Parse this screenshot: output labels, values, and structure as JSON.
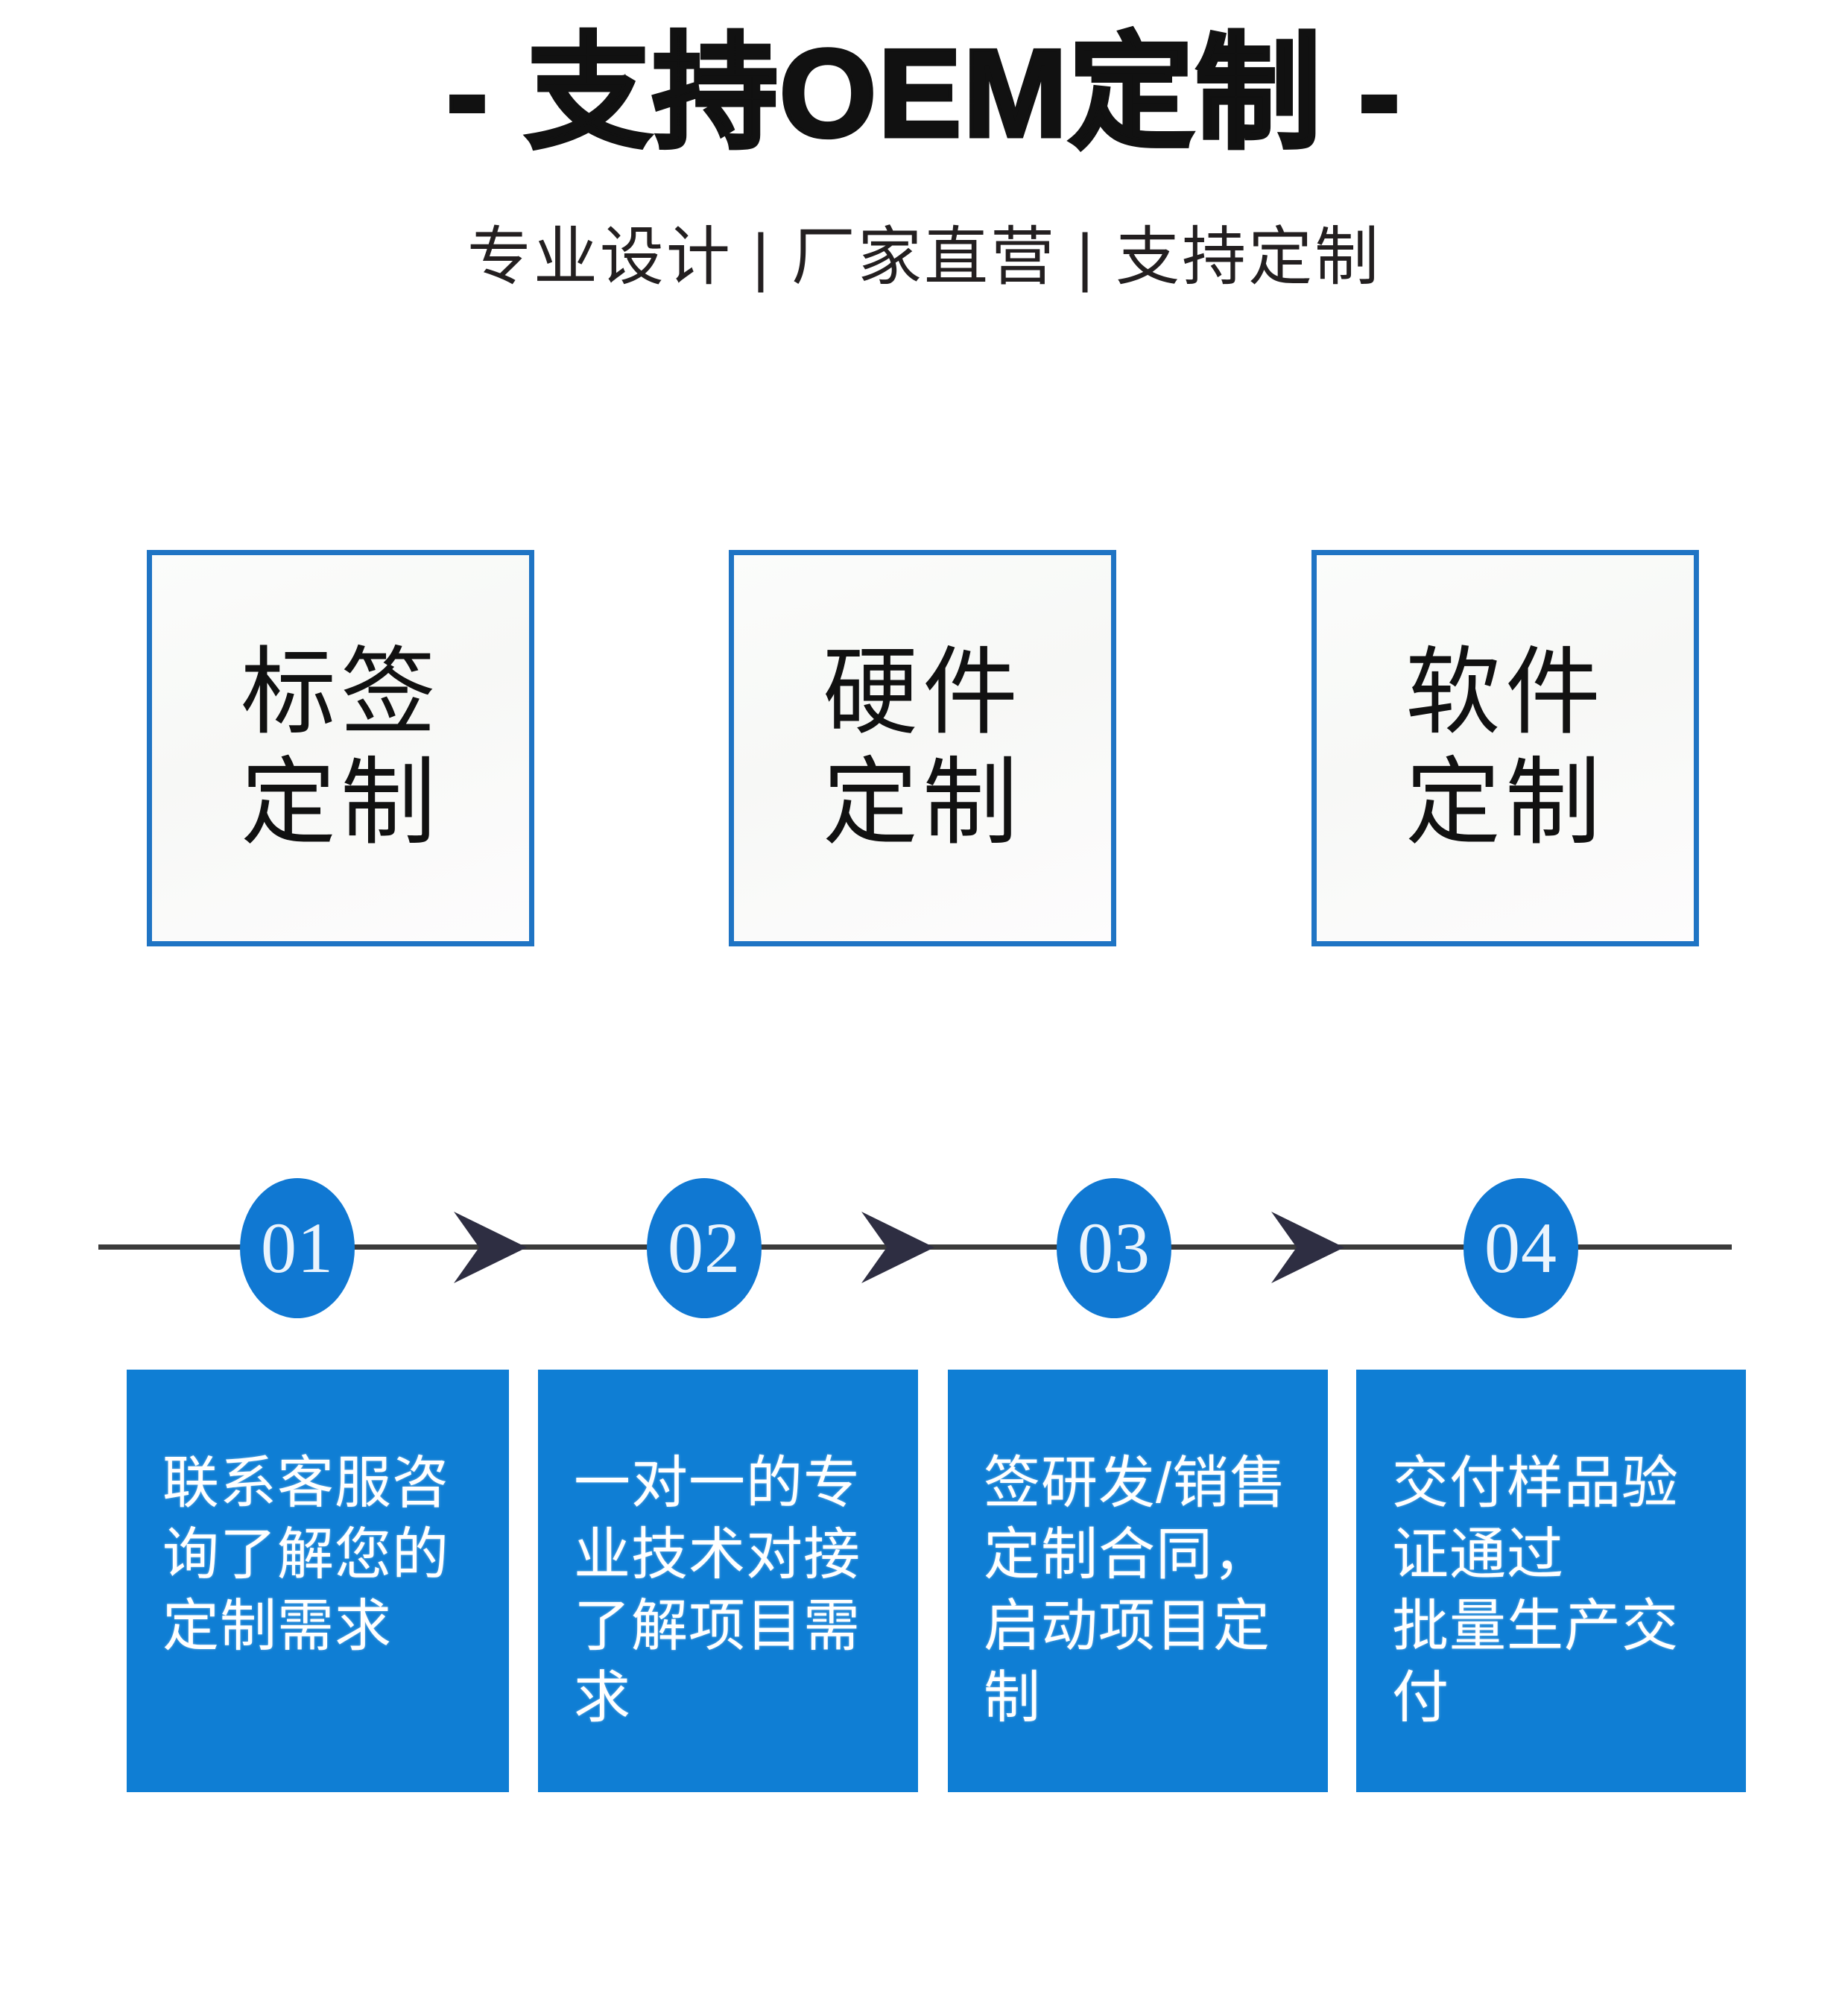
{
  "header": {
    "title": "- 支持OEM定制 -",
    "subtitle": "专业设计 | 厂家直营 | 支持定制"
  },
  "colors": {
    "accent_blue": "#1078d2",
    "card_blue": "#0f7ed4",
    "box_border_blue": "#1f74c4",
    "axis_dark": "#3b3b3b",
    "arrow_dark": "#2e2e42",
    "title_black": "#111111",
    "page_background": "#ffffff"
  },
  "feature_boxes": [
    {
      "line1": "标签",
      "line2": "定制"
    },
    {
      "line1": "硬件",
      "line2": "定制"
    },
    {
      "line1": "软件",
      "line2": "定制"
    }
  ],
  "timeline": {
    "nodes": [
      "01",
      "02",
      "03",
      "04"
    ],
    "arrows": [
      "arrow-right-icon",
      "arrow-right-icon",
      "arrow-right-icon"
    ]
  },
  "steps": [
    {
      "number": "01",
      "text": "联系客服咨询了解您的定制需求"
    },
    {
      "number": "02",
      "text": "一对一的专业技术对接了解项目需求"
    },
    {
      "number": "03",
      "text": "签研发/销售定制合同，启动项目定制"
    },
    {
      "number": "04",
      "text": "交付样品验\n证通过\n批量生产交付"
    }
  ]
}
